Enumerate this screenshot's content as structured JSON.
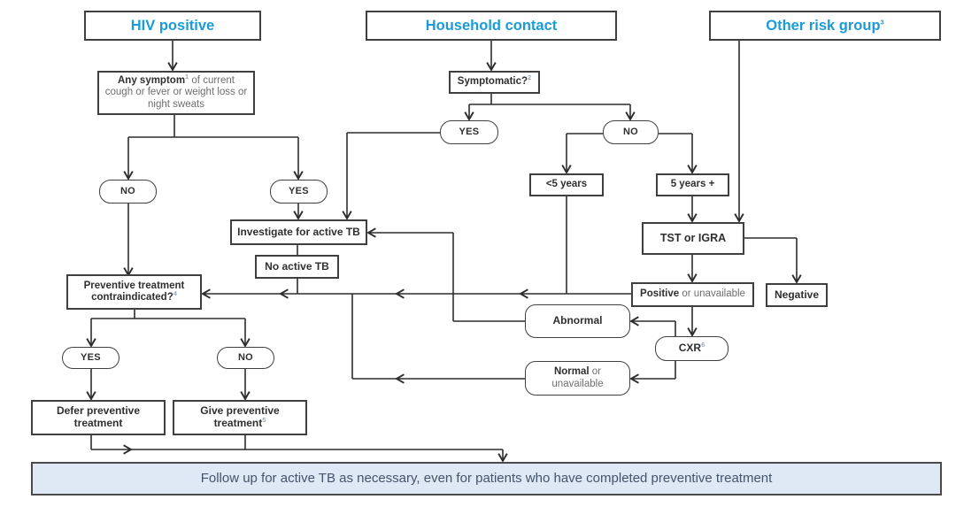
{
  "accent_blue": "#1b9bd7",
  "bar_bg": "#dfe8f5",
  "nodes": {
    "hiv_header": {
      "label": "HIV positive"
    },
    "household_header": {
      "label": "Household contact"
    },
    "other_risk_header": {
      "label": "Other risk group",
      "sup": "3"
    },
    "any_symptom": {
      "bold": "Any symptom",
      "sup": "1",
      "rest": " of current cough or fever or weight loss or night sweats"
    },
    "symptomatic": {
      "label": "Symptomatic?",
      "sup": "2"
    },
    "hc_yes": {
      "label": "YES"
    },
    "hc_no": {
      "label": "NO"
    },
    "under5": {
      "label": "<5 years"
    },
    "over5": {
      "label": "5 years +"
    },
    "tst": {
      "label": "TST or IGRA"
    },
    "positive": {
      "bold": "Positive",
      "rest": " or unavailable"
    },
    "negative": {
      "label": "Negative"
    },
    "abnormal": {
      "label": "Abnormal"
    },
    "cxr": {
      "label": "CXR",
      "sup": "6"
    },
    "normal": {
      "bold": "Normal",
      "rest": " or",
      "line2": "unavailable"
    },
    "hiv_no": {
      "label": "NO"
    },
    "hiv_yes": {
      "label": "YES"
    },
    "investigate": {
      "label": "Investigate for active TB"
    },
    "no_active_tb": {
      "label": "No active TB"
    },
    "contraindicated": {
      "line1": "Preventive treatment",
      "line2": "contraindicated?",
      "sup": "4"
    },
    "ct_yes": {
      "label": "YES"
    },
    "ct_no": {
      "label": "NO"
    },
    "defer": {
      "line1": "Defer preventive",
      "line2": "treatment"
    },
    "give": {
      "line1": "Give preventive",
      "line2": "treatment",
      "sup": "5"
    },
    "followup": {
      "label": "Follow up for active TB as necessary, even for patients who have completed preventive treatment"
    }
  }
}
